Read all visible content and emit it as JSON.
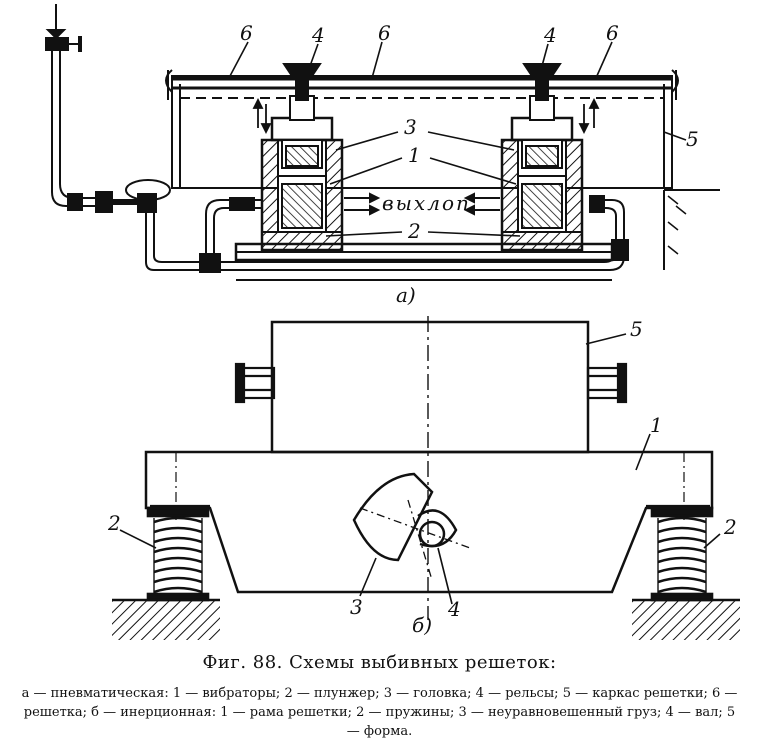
{
  "figure": {
    "part_a": {
      "sublabel": "а)",
      "exhaust_label": "выхлоп",
      "labels": {
        "n1": "1",
        "n2": "2",
        "n3": "3",
        "n4": "4",
        "n5": "5",
        "n6": "6"
      }
    },
    "part_b": {
      "sublabel": "б)",
      "labels": {
        "n1": "1",
        "n2": "2",
        "n3": "3",
        "n4": "4",
        "n5": "5"
      }
    }
  },
  "caption": {
    "title": "Фиг. 88. Схемы выбивных решеток:",
    "legend": "а — пневматическая: 1 — вибраторы; 2 — плунжер; 3 — головка; 4 — рельсы; 5 — каркас решетки; 6 — решетка; б — инерционная: 1 — рама решетки; 2 — пружины; 3 — неуравновешенный груз; 4 — вал; 5 — форма."
  }
}
